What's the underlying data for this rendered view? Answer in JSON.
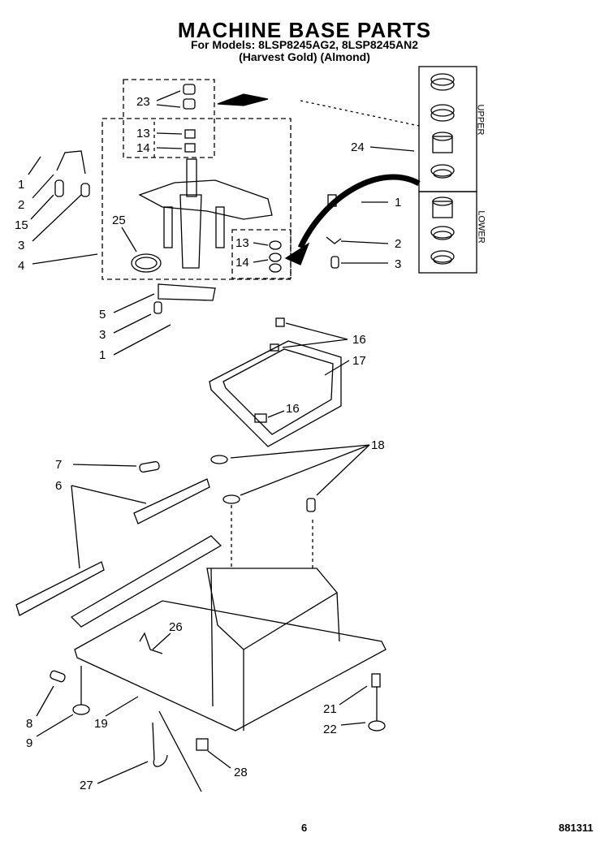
{
  "header": {
    "title": "MACHINE BASE PARTS",
    "models": "For Models: 8LSP8245AG2, 8LSP8245AN2",
    "colors": "(Harvest Gold) (Almond)"
  },
  "inset_labels": {
    "upper": "UPPER",
    "lower": "LOWER"
  },
  "callouts": {
    "c1a": "1",
    "c2a": "2",
    "c15": "15",
    "c3a": "3",
    "c4": "4",
    "c23": "23",
    "c13a": "13",
    "c14a": "14",
    "c25": "25",
    "c13b": "13",
    "c14b": "14",
    "c24": "24",
    "c1b": "1",
    "c2b": "2",
    "c3b": "3",
    "c5": "5",
    "c3c": "3",
    "c1c": "1",
    "c16a": "16",
    "c17": "17",
    "c16b": "16",
    "c7": "7",
    "c18": "18",
    "c6": "6",
    "c26": "26",
    "c8": "8",
    "c9": "9",
    "c19": "19",
    "c21": "21",
    "c22": "22",
    "c27": "27",
    "c28": "28"
  },
  "footer": {
    "page": "6",
    "code": "881311"
  }
}
